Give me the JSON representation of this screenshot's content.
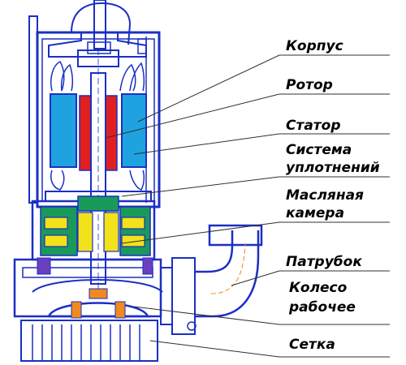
{
  "diagram": {
    "labels": [
      {
        "id": "corpus",
        "lines": [
          "Корпус"
        ]
      },
      {
        "id": "rotor",
        "lines": [
          "Ротор"
        ]
      },
      {
        "id": "stator",
        "lines": [
          "Статор"
        ]
      },
      {
        "id": "seals",
        "lines": [
          "Система",
          "уплотнений"
        ]
      },
      {
        "id": "oil-chamber",
        "lines": [
          "Масляная",
          "камера"
        ]
      },
      {
        "id": "nozzle",
        "lines": [
          "Патрубок"
        ]
      },
      {
        "id": "impeller",
        "lines": [
          "Колесо",
          "рабочее"
        ]
      },
      {
        "id": "mesh",
        "lines": [
          "Сетка"
        ]
      }
    ],
    "colors": {
      "outline": "#1b2fc4",
      "rotor": "#e02020",
      "stator": "#1fa3e0",
      "oil": "#f2e219",
      "seal": "#1a9a5a",
      "impeller": "#f08a20",
      "leader": "#303030"
    }
  }
}
